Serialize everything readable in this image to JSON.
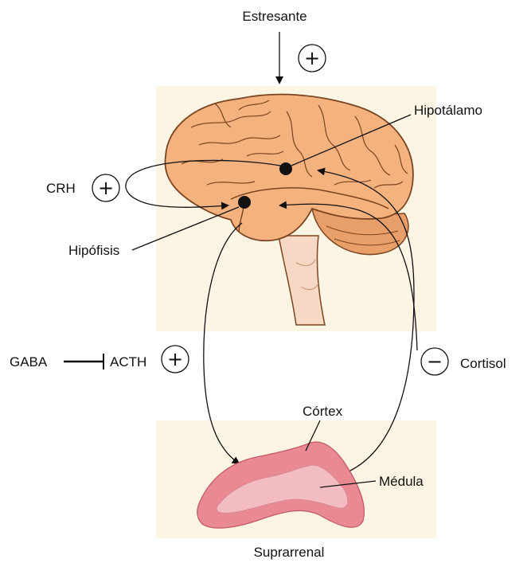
{
  "diagram": {
    "stressor_label": "Estresante",
    "hypothalamus_label": "Hipotálamo",
    "crh_label": "CRH",
    "pituitary_label": "Hipófisis",
    "gaba_label": "GABA",
    "acth_label": "ACTH",
    "cortisol_label": "Cortisol",
    "cortex_label": "Córtex",
    "medulla_label": "Médula",
    "adrenal_label": "Suprarrenal",
    "plus_sign": "+",
    "minus_sign": "−"
  },
  "colors": {
    "brain": "#f4b27f",
    "brain_outline": "#7a4520",
    "brain_panel": "#fcf5e4",
    "brainstem": "#f7d8c4",
    "adrenal_cortex": "#e98a93",
    "adrenal_medulla": "#f3bcc3",
    "line": "#111111"
  }
}
